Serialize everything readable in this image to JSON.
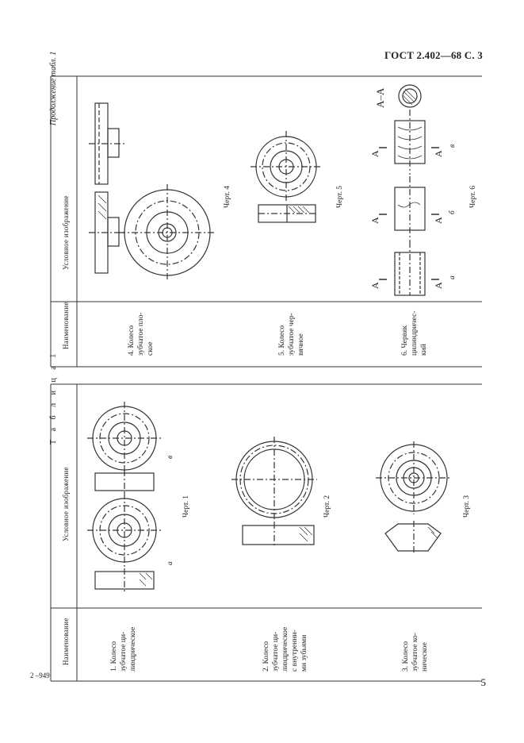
{
  "header": {
    "title": "ГОСТ 2.402—68 С. 3"
  },
  "page_number": "5",
  "footer_code": "2 –949",
  "lower_table": {
    "title": "Т а б л и ц а  1",
    "col_name": "Наименование",
    "col_image": "Условное изображение",
    "rows": [
      {
        "name": "1. Колесо\nзубчатое ци-\nлиндрическое",
        "caption": "Черт. 1",
        "sub_a": "а",
        "sub_b": "в"
      },
      {
        "name": "2. Колесо\nзубчатое ци-\nлиндрическое\nс внутренни-\nми зубьями",
        "caption": "Черт. 2"
      },
      {
        "name": "3. Колесо\nзубчатое ко-\nническое",
        "caption": "Черт. 3"
      }
    ]
  },
  "upper_table": {
    "title": "Продолжение табл. 1",
    "col_name": "Наименование",
    "col_image": "Условное изображение",
    "rows": [
      {
        "name": "4. Колесо\nзубчатое пло-\nское",
        "caption": "Черт. 4"
      },
      {
        "name": "5. Колесо\nзубчатое чер-\nвячное",
        "caption": "Черт. 5"
      },
      {
        "name": "6. Червяк\nцилиндричес-\nкий",
        "caption": "Черт. 6",
        "section_label": "А–А",
        "cut_label": "А",
        "sub_a": "а",
        "sub_b": "б",
        "sub_c": "в"
      }
    ]
  }
}
